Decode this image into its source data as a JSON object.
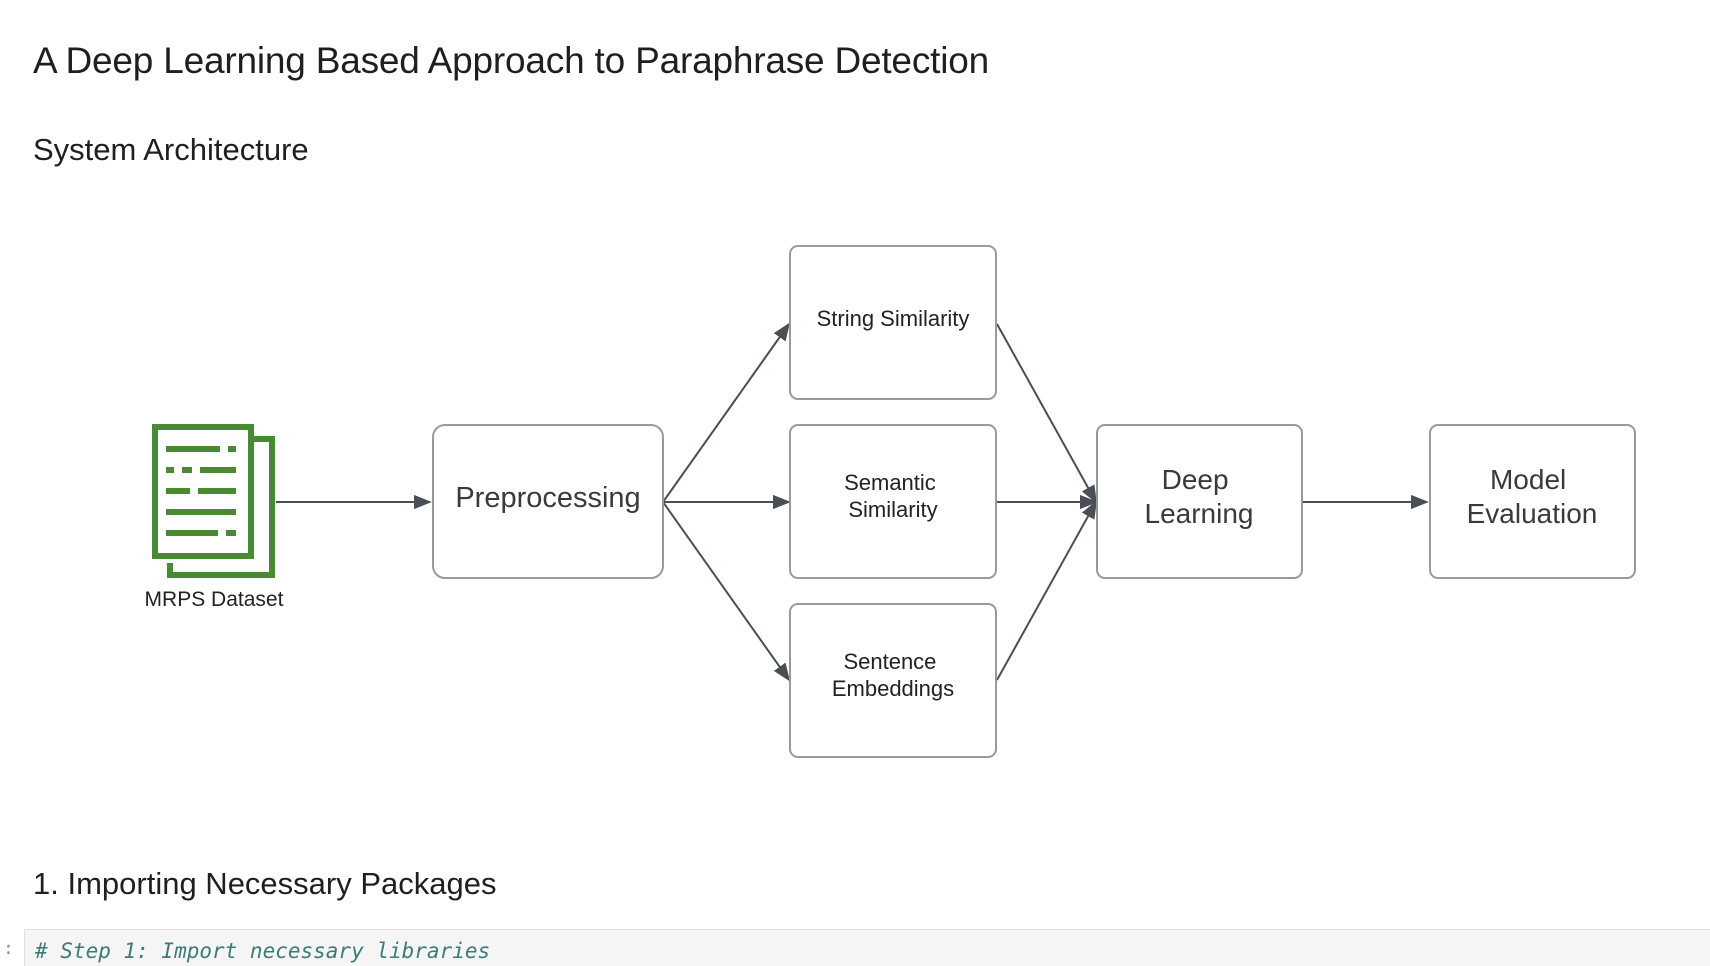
{
  "notebook": {
    "title": "A Deep Learning Based Approach to Paraphrase Detection",
    "section_heading": "System Architecture",
    "step_heading": "1. Importing Necessary Packages",
    "code_cell": {
      "prompt": ":",
      "comment": "# Step 1: Import necessary libraries"
    }
  },
  "diagram": {
    "dataset_label": "MRPS Dataset",
    "nodes": {
      "preprocessing": [
        "Preprocessing"
      ],
      "string_similarity": [
        "String Similarity"
      ],
      "semantic_similarity": [
        "Semantic",
        "Similarity"
      ],
      "sentence_embeddings": [
        "Sentence",
        "Embeddings"
      ],
      "deep_learning": [
        "Deep",
        "Learning"
      ],
      "model_evaluation": [
        "Model",
        "Evaluation"
      ]
    },
    "colors": {
      "dataset_icon": "#4a8a35",
      "box_border": "#9a9a9a",
      "arrow": "#4a4f55",
      "text": "#3a3a3a"
    }
  }
}
